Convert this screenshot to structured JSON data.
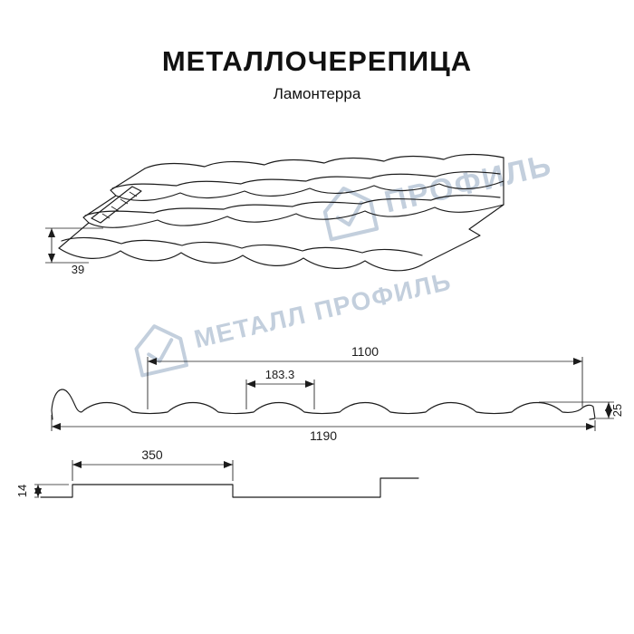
{
  "header": {
    "title": "МЕТАЛЛОЧЕРЕПИЦА",
    "subtitle": "Ламонтерра"
  },
  "watermark": {
    "word_metall": "МЕТАЛЛ",
    "word_profil": "ПРОФИЛЬ"
  },
  "perspective_view": {
    "height_label": "39"
  },
  "cross_section": {
    "cover_width": "1100",
    "module_width": "183.3",
    "wave_height": "25",
    "full_width": "1190"
  },
  "longitudinal_section": {
    "module_length": "350",
    "step_height": "14"
  },
  "colors": {
    "line": "#1c1c1c",
    "watermark": "#afc0d2"
  }
}
